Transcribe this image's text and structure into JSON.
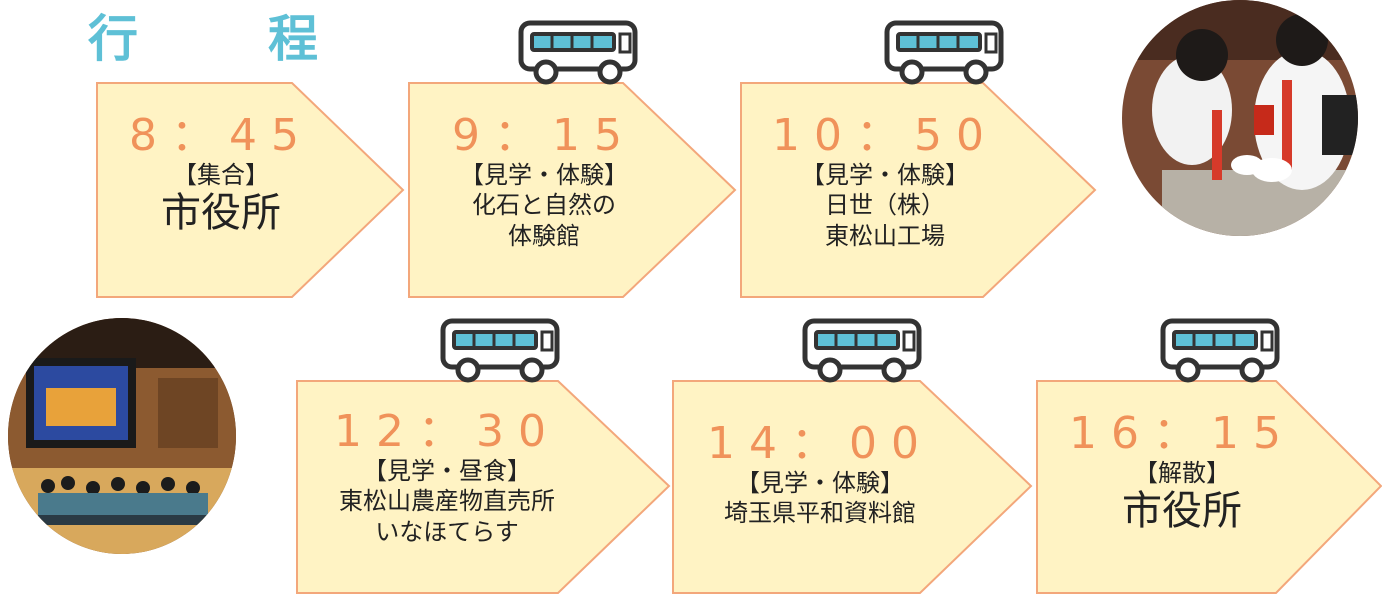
{
  "title": "行　程",
  "colors": {
    "title": "#5ec0d6",
    "arrow_fill": "#fff3c4",
    "arrow_stroke": "#f3a77b",
    "time": "#f0925a",
    "bus_window": "#5ec0d6"
  },
  "icons": [
    "bus-icon",
    "photo-fossil-workshop",
    "photo-peace-museum-lecture"
  ],
  "stops": [
    {
      "time": "8：45",
      "tag": "【集合】",
      "place": [
        "市役所"
      ]
    },
    {
      "time": "9：15",
      "tag": "【見学・体験】",
      "place": [
        "化石と自然の",
        "体験館"
      ]
    },
    {
      "time": "10：50",
      "tag": "【見学・体験】",
      "place": [
        "日世（株）",
        "東松山工場"
      ]
    },
    {
      "time": "12：30",
      "tag": "【見学・昼食】",
      "place": [
        "東松山農産物直売所",
        "いなほてらす"
      ]
    },
    {
      "time": "14：00",
      "tag": "【見学・体験】",
      "place": [
        "埼玉県平和資料館"
      ]
    },
    {
      "time": "16：15",
      "tag": "【解散】",
      "place": [
        "市役所"
      ]
    }
  ]
}
